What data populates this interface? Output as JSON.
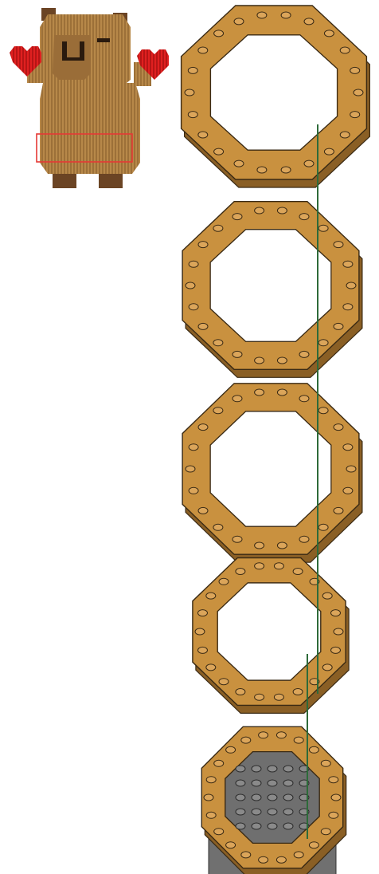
{
  "document": {
    "kind": "brick-building-instructions",
    "preview": {
      "model": "capybara-figure",
      "highlight_color": "#e53935",
      "body_color": "#b07f45",
      "accent_color": "#e02020"
    },
    "layers": [
      {
        "step": 1,
        "shape": "octagonal-ring",
        "color": "#c9913f"
      },
      {
        "step": 2,
        "shape": "octagonal-ring",
        "color": "#c9913f"
      },
      {
        "step": 3,
        "shape": "octagonal-ring",
        "color": "#c9913f"
      },
      {
        "step": 4,
        "shape": "octagonal-ring",
        "color": "#c9913f"
      },
      {
        "step": 5,
        "shape": "base-with-plate",
        "color": "#c9913f",
        "fill_color": "#6f6f6f"
      }
    ],
    "guide_line_color": "#2e6b3a"
  }
}
